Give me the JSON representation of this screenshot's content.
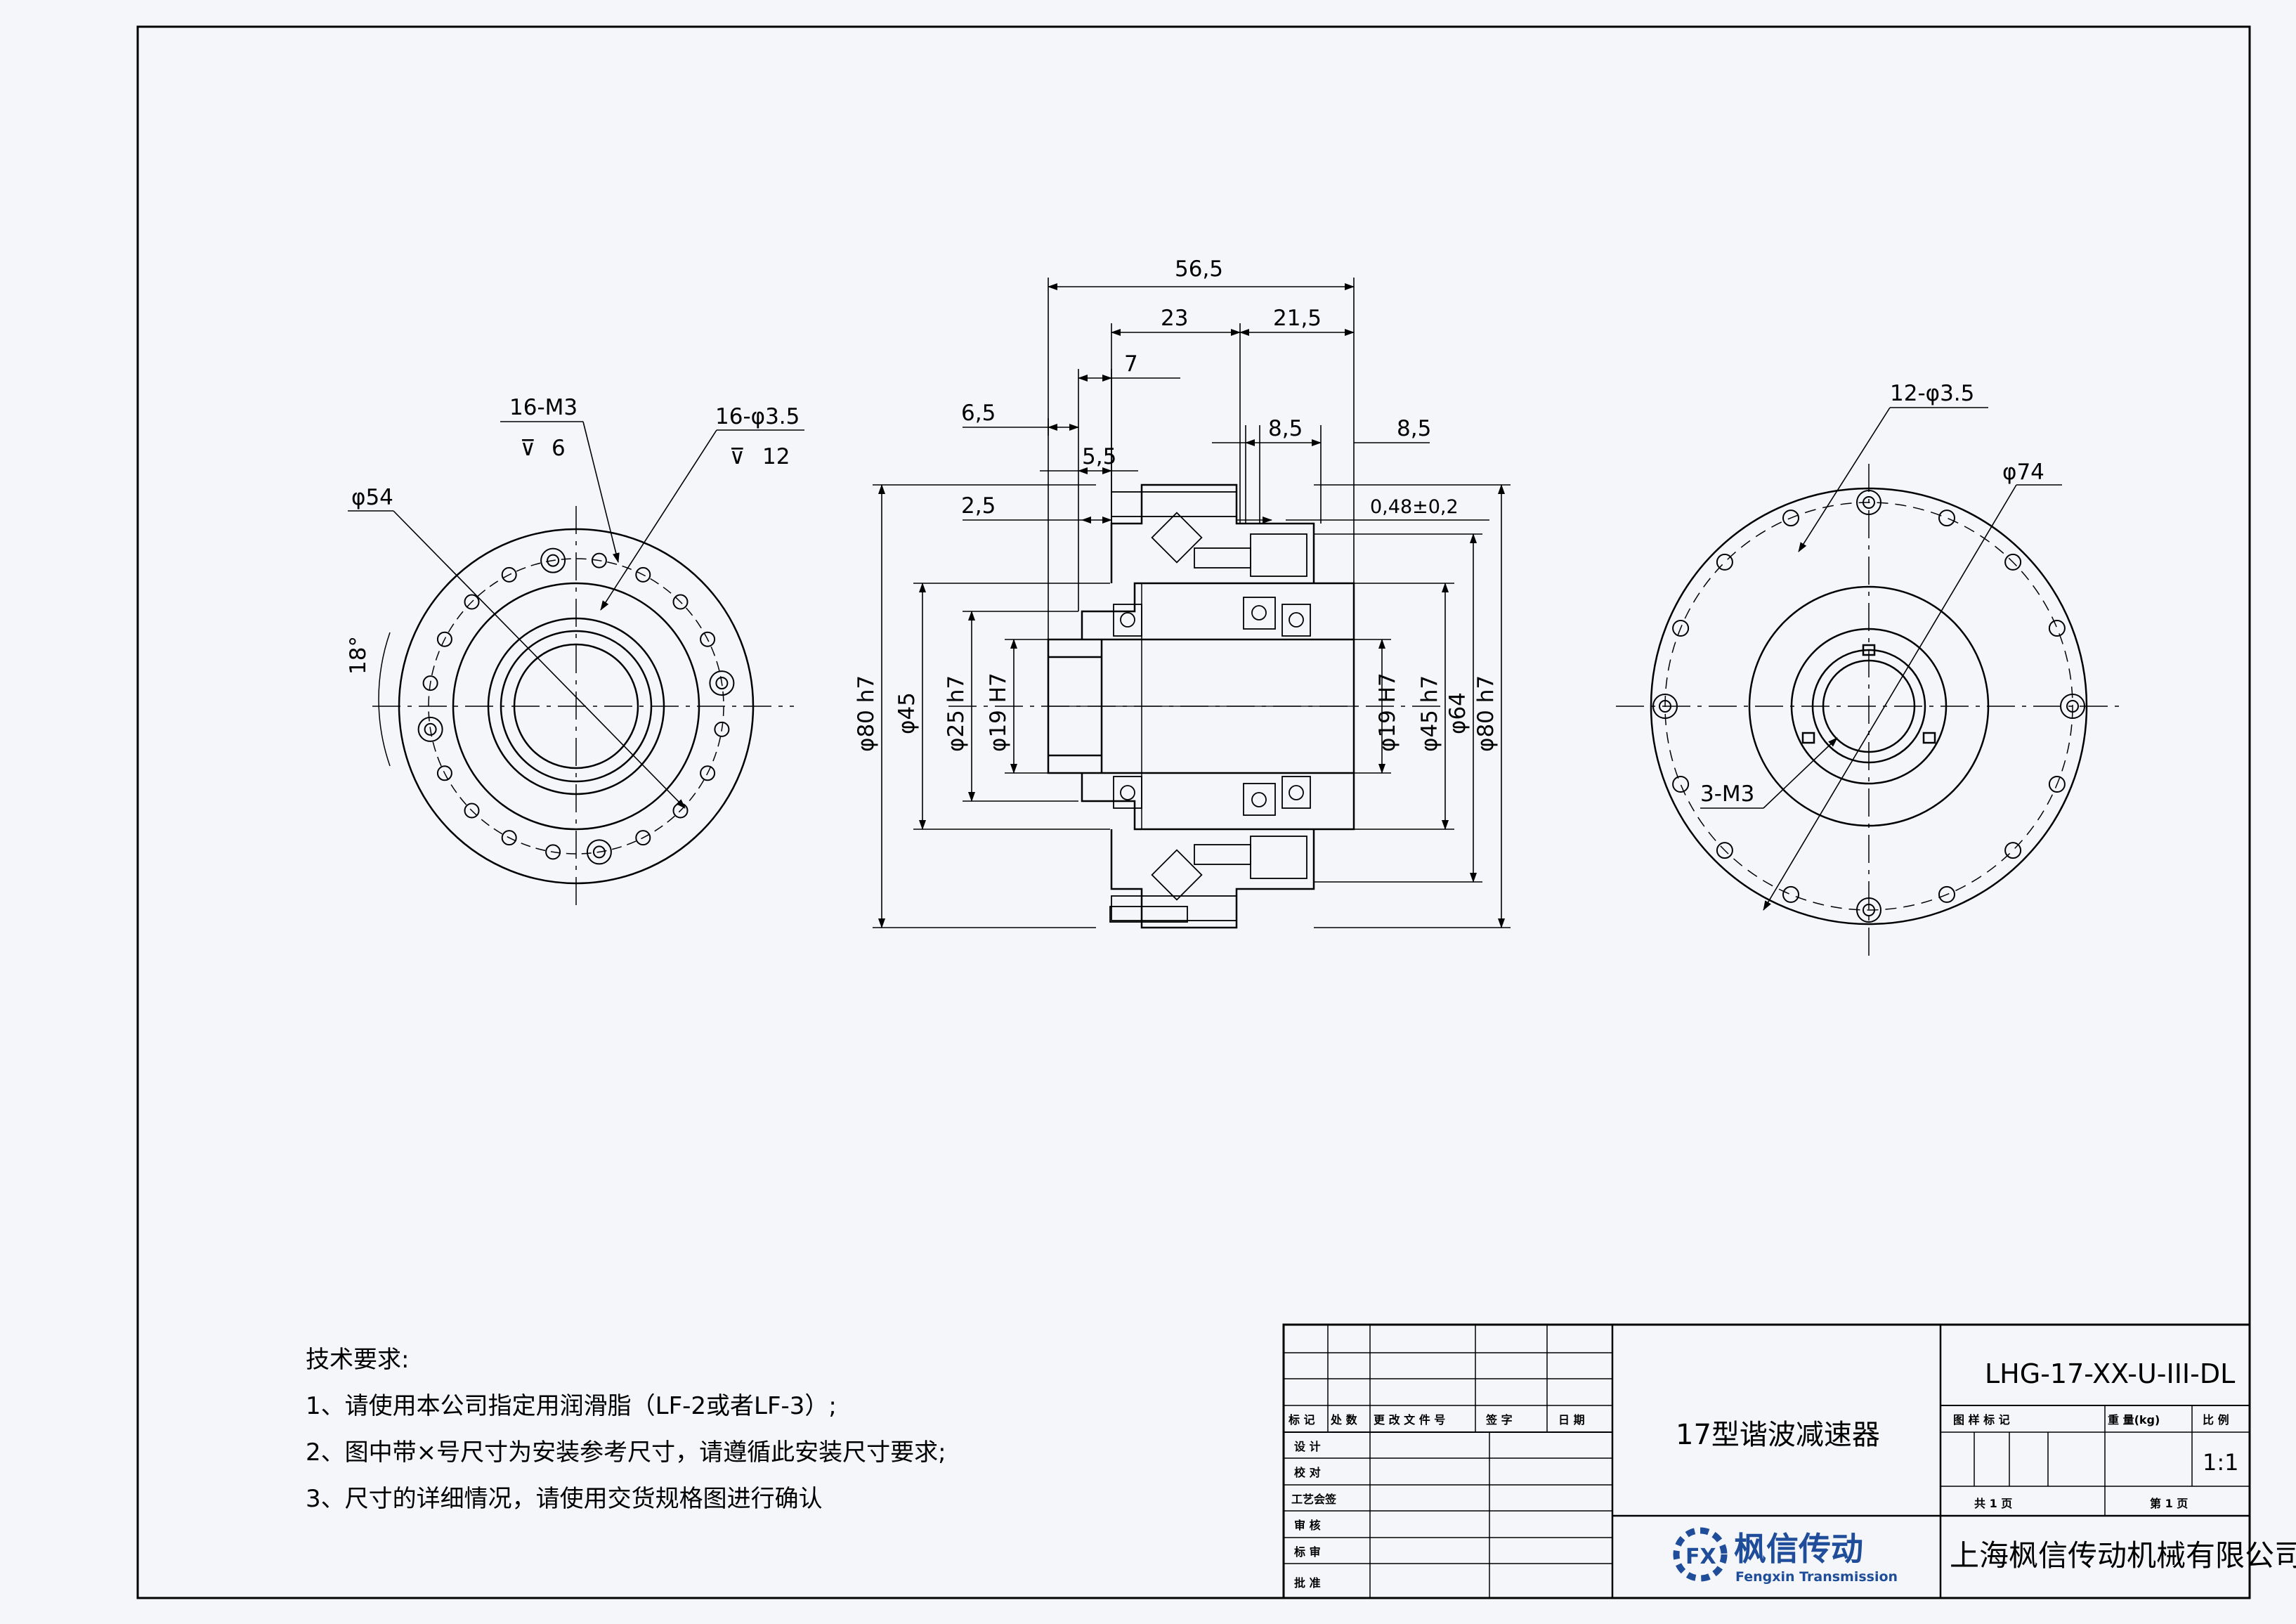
{
  "side_view_left": {
    "dims": {
      "phi54": "φ54",
      "tap_holes": "16-M3",
      "tap_depth": "6",
      "thru_holes": "16-φ3.5",
      "thru_depth": "12",
      "angle": "18°"
    }
  },
  "section_view": {
    "dims": {
      "len_56_5": "56,5",
      "len_23": "23",
      "len_21_5": "21,5",
      "len_7": "7",
      "len_6_5": "6,5",
      "len_5_5": "5,5",
      "len_8_5_a": "8,5",
      "len_8_5_b": "8,5",
      "len_2_5": "2,5",
      "tol_0_48": "0,48±0,2",
      "dia_80h7_left": "φ80 h7",
      "dia_45": "φ45",
      "dia_25h7": "φ25 h7",
      "dia_19H7_left": "φ19 H7",
      "dia_19H7_right": "φ19 H7",
      "dia_45h7": "φ45 h7",
      "dia_64": "φ64",
      "dia_80h7_right": "φ80 h7"
    }
  },
  "side_view_right": {
    "dims": {
      "holes": "12-φ3.5",
      "phi74": "φ74",
      "m3": "3-M3"
    }
  },
  "tech_notes": {
    "heading": "技术要求:",
    "lines": [
      "1、请使用本公司指定用润滑脂（LF-2或者LF-3）;",
      "2、图中带×号尺寸为安装参考尺寸，请遵循此安装尺寸要求;",
      "3、尺寸的详细情况，请使用交货规格图进行确认"
    ]
  },
  "title_block": {
    "part_number": "LHG-17-XX-U-III-DL",
    "title": "17型谐波减速器",
    "scale": "1:1",
    "company": "上海枫信传动机械有限公司",
    "logo_cn": "枫信传动",
    "logo_en": "Fengxin Transmission",
    "logo_letters": "FX",
    "labels": {
      "mark": "标 记",
      "count": "处 数",
      "change_doc": "更 改 文 件 号",
      "sign": "签   字",
      "date": "日 期",
      "design": "设    计",
      "check": "校    对",
      "process": "工艺会签",
      "review": "审    核",
      "standard": "标    审",
      "approve": "批    准",
      "stage_mark": "图 样 标 记",
      "weight": "重 量(kg)",
      "ratio": "比   例",
      "total_pages": "共  1  页",
      "page_no": "第  1  页"
    }
  },
  "colors": {
    "background": "#f4f6fa",
    "line": "#000000",
    "logo_blue": "#1f4d9a"
  }
}
